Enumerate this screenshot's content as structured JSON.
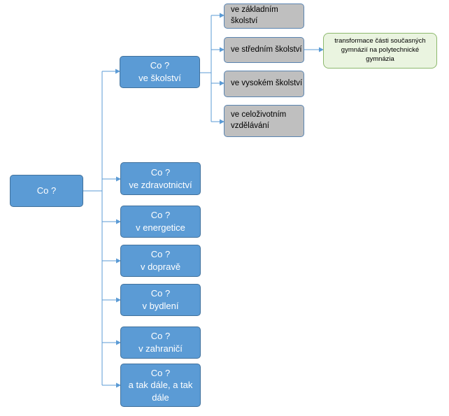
{
  "root": {
    "label": "Co ?"
  },
  "topics": [
    {
      "line1": "Co ?",
      "line2": "ve školství"
    },
    {
      "line1": "Co ?",
      "line2": "ve zdravotnictví"
    },
    {
      "line1": "Co ?",
      "line2": "v energetice"
    },
    {
      "line1": "Co ?",
      "line2": "v dopravě"
    },
    {
      "line1": "Co ?",
      "line2": "v bydlení"
    },
    {
      "line1": "Co ?",
      "line2": "v zahraničí"
    },
    {
      "line1": "Co ?",
      "line2": "a tak dále, a tak",
      "line3": "dále"
    }
  ],
  "school_levels": [
    {
      "line1": "ve základním školství"
    },
    {
      "line1": "ve středním školství"
    },
    {
      "line1": "ve vysokém školství"
    },
    {
      "line1": "ve celoživotním",
      "line2": "vzdělávání"
    }
  ],
  "secondary_note": {
    "line1": "transformace části současných",
    "line2": "gymnázií na polytechnické",
    "line3": "gymnázia"
  },
  "colors": {
    "topic_fill": "#5b9bd5",
    "level_fill": "#bfbfbf",
    "note_fill": "#eaf4e0",
    "connector": "#5b9bd5"
  }
}
